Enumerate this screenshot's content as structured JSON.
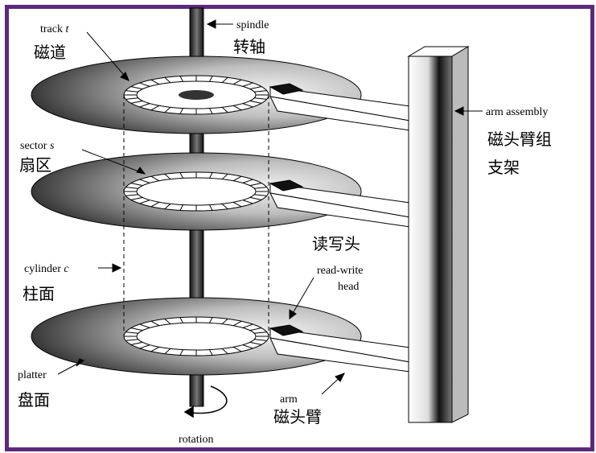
{
  "labels": {
    "track": "track",
    "track_var": "t",
    "track_zh": "磁道",
    "spindle": "spindle",
    "spindle_zh": "转轴",
    "sector": "sector",
    "sector_var": "s",
    "sector_zh": "扇区",
    "arm_assembly": "arm assembly",
    "arm_assembly_zh_1": "磁头臂组",
    "arm_assembly_zh_2": "支架",
    "rw_head_zh": "读写头",
    "rw_head_1": "read-write",
    "rw_head_2": "head",
    "cylinder": "cylinder",
    "cylinder_var": "c",
    "cylinder_zh": "柱面",
    "platter": "platter",
    "platter_zh": "盘面",
    "arm": "arm",
    "arm_zh": "磁头臂",
    "rotation": "rotation"
  },
  "colors": {
    "frame": "#5b2a7a",
    "platter_dark": "#3a3a3a",
    "platter_light": "#e8e8e8"
  }
}
